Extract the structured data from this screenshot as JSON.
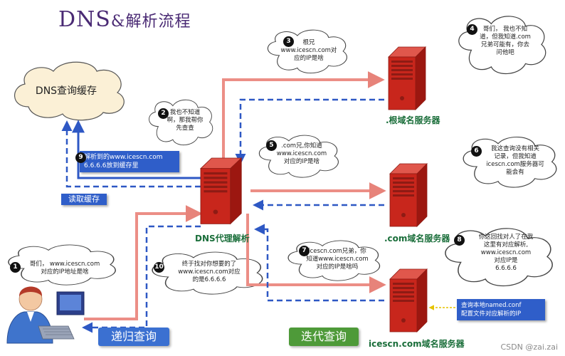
{
  "title": {
    "main": "DNS",
    "amp": "&",
    "rest": "解析流程"
  },
  "cache": {
    "label": "DNS查询缓存"
  },
  "read_cache": "读取缓存",
  "servers": {
    "root": ".根域名服务器",
    "com": ".com域名服务器",
    "icescn": "icescn.com域名服务器",
    "proxy": "DNS代理解析"
  },
  "clouds": [
    {
      "num": "1",
      "lines": [
        "哥们，  www.icescn.com",
        "对应的IP地址是啥"
      ]
    },
    {
      "num": "2",
      "lines": [
        "我也不知道",
        "啊，那我帮你",
        "先查查"
      ]
    },
    {
      "num": "3",
      "lines": [
        "根兄",
        "www.icescn.com对",
        "应的IP是啥"
      ]
    },
    {
      "num": "4",
      "lines": [
        "哥们，  我也不知",
        "道，但我知道.com",
        "兄弟可能有，你去",
        "问他吧"
      ]
    },
    {
      "num": "5",
      "lines": [
        ".com兄,你知道",
        "www.icescn.com",
        "对应的IP是啥"
      ]
    },
    {
      "num": "6",
      "lines": [
        "我这查询没有相关",
        "记录，但我知道",
        "icescn.com服务器可",
        "能会有"
      ]
    },
    {
      "num": "7",
      "lines": [
        "icescn.com兄弟，你",
        "知道www.icescn.com",
        "对应的IP是啥吗"
      ]
    },
    {
      "num": "8",
      "lines": [
        "你这回找对人了在我",
        "这里有对应解析,",
        "www.icescn.com",
        "对应IP是",
        "6.6.6.6"
      ]
    },
    {
      "num": "10",
      "lines": [
        "终于找对你想要的了",
        "www.icescn.com对应",
        "的是6.6.6.6"
      ]
    }
  ],
  "note9": {
    "num": "9",
    "lines": [
      "解析到的www.icescn.com",
      "6.6.6.6放到缓存里"
    ]
  },
  "named_note": {
    "lines": [
      "查询本地named.conf",
      "配置文件对应解析的IP"
    ]
  },
  "legend": {
    "recursive": "递归查询",
    "iterative": "迭代查询"
  },
  "watermark": "CSDN @zai.zai",
  "colors": {
    "title": "#4a2a74",
    "request_arrow": "#ec8e86",
    "response_arrow": "#2e58c4",
    "server": "#c8261c",
    "server_label": "#1a6e3a",
    "cache_cloud": "#fbf0d6"
  }
}
